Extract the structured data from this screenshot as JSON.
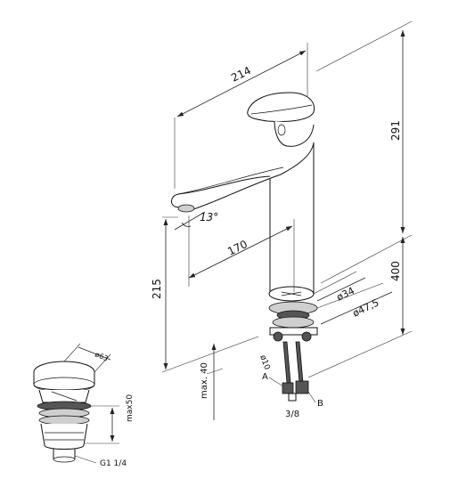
{
  "dimensions": {
    "spout_length": "214",
    "total_height": "291",
    "under_spout_height": "215",
    "spout_projection": "170",
    "base_height": "400",
    "spout_angle": "13°",
    "base_diameter": "ø34",
    "flange_diameter": "ø47,5",
    "hose_diameter": "ø10",
    "max_thickness": "max. 40",
    "connection": "3/8",
    "hose_a": "A",
    "hose_b": "B"
  },
  "waste": {
    "diameter": "ø63",
    "max_height": "max50",
    "thread": "G1 1/4"
  }
}
